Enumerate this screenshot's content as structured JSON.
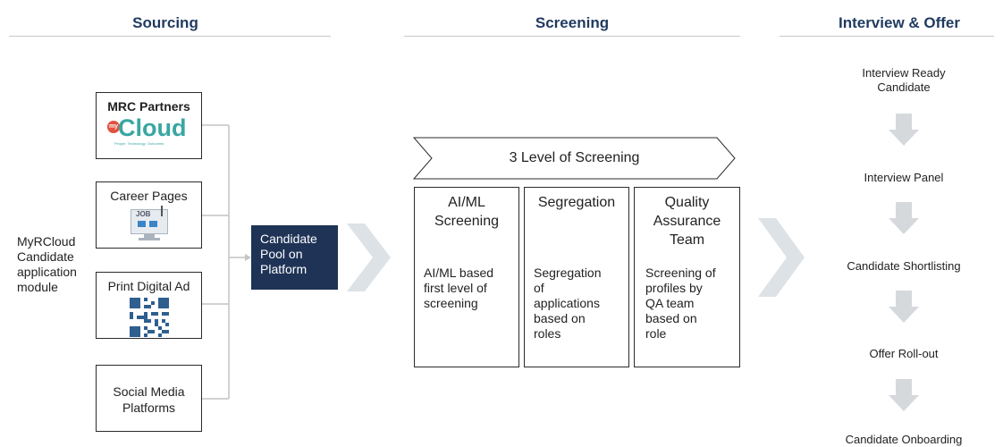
{
  "sections": {
    "sourcing": "Sourcing",
    "screening": "Screening",
    "interview": "Interview & Offer"
  },
  "sources": {
    "mrc_title": "MRC Partners",
    "mrc_logo_my": "my",
    "mrc_logo_text": "Cloud",
    "mrc_logo_tagline": "People  Technology  Outcomes",
    "career": "Career Pages",
    "career_icon_text": "JOB",
    "print": "Print Digital Ad",
    "social_line1": "Social Media",
    "social_line2": "Platforms"
  },
  "module": {
    "line1": "MyRCloud",
    "line2": "Candidate",
    "line3": "application",
    "line4": "module"
  },
  "pool": {
    "line1": "Candidate",
    "line2": "Pool on",
    "line3": "Platform"
  },
  "screening": {
    "banner": "3 Level of Screening",
    "ai_title1": "AI/ML",
    "ai_title2": "Screening",
    "ai_desc": [
      "AI/ML based",
      "first level of",
      "screening"
    ],
    "seg_title": "Segregation",
    "seg_desc": [
      "Segregation",
      "of",
      "applications",
      "based on",
      "roles"
    ],
    "qa_title1": "Quality",
    "qa_title2": "Assurance",
    "qa_title3": "Team",
    "qa_desc": [
      "Screening of",
      "profiles by",
      "QA team",
      "based on",
      "role"
    ]
  },
  "steps": {
    "s1_line1": "Interview Ready",
    "s1_line2": "Candidate",
    "s2": "Interview Panel",
    "s3": "Candidate Shortlisting",
    "s4": "Offer Roll-out",
    "s5": "Candidate Onboarding"
  },
  "colors": {
    "navy": "#1e3356",
    "heading": "#1f3a5f",
    "chevron": "#dde2e7",
    "arrow": "#d6d9dc",
    "connector": "#c4c4c4",
    "logo_teal": "#3aa6a2",
    "logo_red": "#e0523f"
  }
}
